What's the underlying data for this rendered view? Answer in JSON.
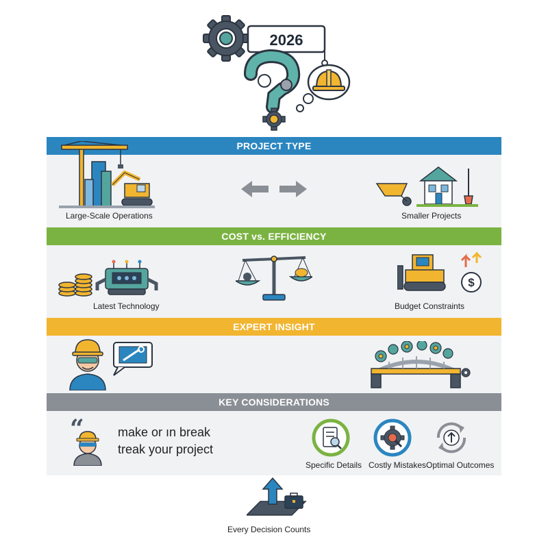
{
  "header": {
    "year": "2026"
  },
  "sections": {
    "project_type": {
      "title": "PROJECT TYPE",
      "left_label": "Large-Scale Operations",
      "right_label": "Smaller Projects"
    },
    "cost_efficiency": {
      "title": "COST vs. EFFICIENCY",
      "left_label": "Latest Technology",
      "right_label": "Budget Constraints"
    },
    "expert_insight": {
      "title": "EXPERT INSIGHT"
    },
    "key_considerations": {
      "title": "KEY CONSIDERATIONS",
      "quote_line1": "make or ın break",
      "quote_line2": "treak your project",
      "items": [
        {
          "label": "Specific Details"
        },
        {
          "label": "Costly Mistakes"
        },
        {
          "label": "Optimal Outcomes"
        }
      ]
    }
  },
  "footer": {
    "label": "Every Decision Counts"
  },
  "colors": {
    "blue": "#2b86c0",
    "green": "#7bb342",
    "yellow": "#f1b530",
    "gray": "#8a8f96",
    "navy": "#2b4257",
    "teal": "#54a59e",
    "panel": "#f1f2f4"
  }
}
